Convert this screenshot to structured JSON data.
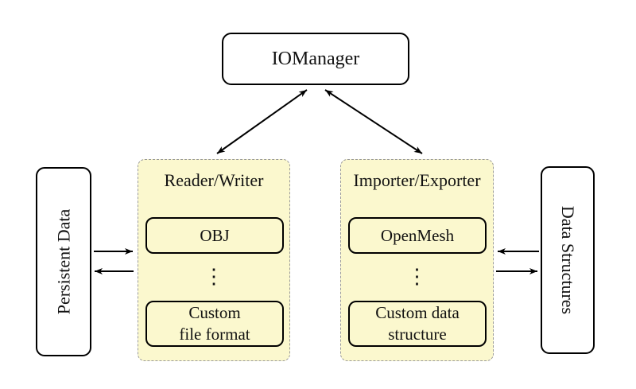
{
  "nodes": {
    "iomanager": {
      "label": "IOManager"
    },
    "persistent_data": {
      "label": "Persistent Data"
    },
    "data_structures": {
      "label": "Data Structures"
    }
  },
  "groups": {
    "reader_writer": {
      "title": "Reader/Writer",
      "items": [
        "OBJ",
        "Custom\nfile format"
      ],
      "ellipsis": "⋮"
    },
    "importer_exporter": {
      "title": "Importer/Exporter",
      "items": [
        "OpenMesh",
        "Custom data\nstructure"
      ],
      "ellipsis": "⋮"
    }
  },
  "edges": [
    {
      "from": "iomanager",
      "to": "reader_writer",
      "direction": "both"
    },
    {
      "from": "iomanager",
      "to": "importer_exporter",
      "direction": "both"
    },
    {
      "from": "persistent_data",
      "to": "reader_writer",
      "direction": "forward"
    },
    {
      "from": "reader_writer",
      "to": "persistent_data",
      "direction": "forward"
    },
    {
      "from": "data_structures",
      "to": "importer_exporter",
      "direction": "forward"
    },
    {
      "from": "importer_exporter",
      "to": "data_structures",
      "direction": "forward"
    }
  ],
  "colors": {
    "background": "#FFFFFF",
    "group_fill": "#FBF8CE",
    "group_border": "#9A9A9A",
    "node_border": "#000000",
    "arrow": "#000000"
  }
}
